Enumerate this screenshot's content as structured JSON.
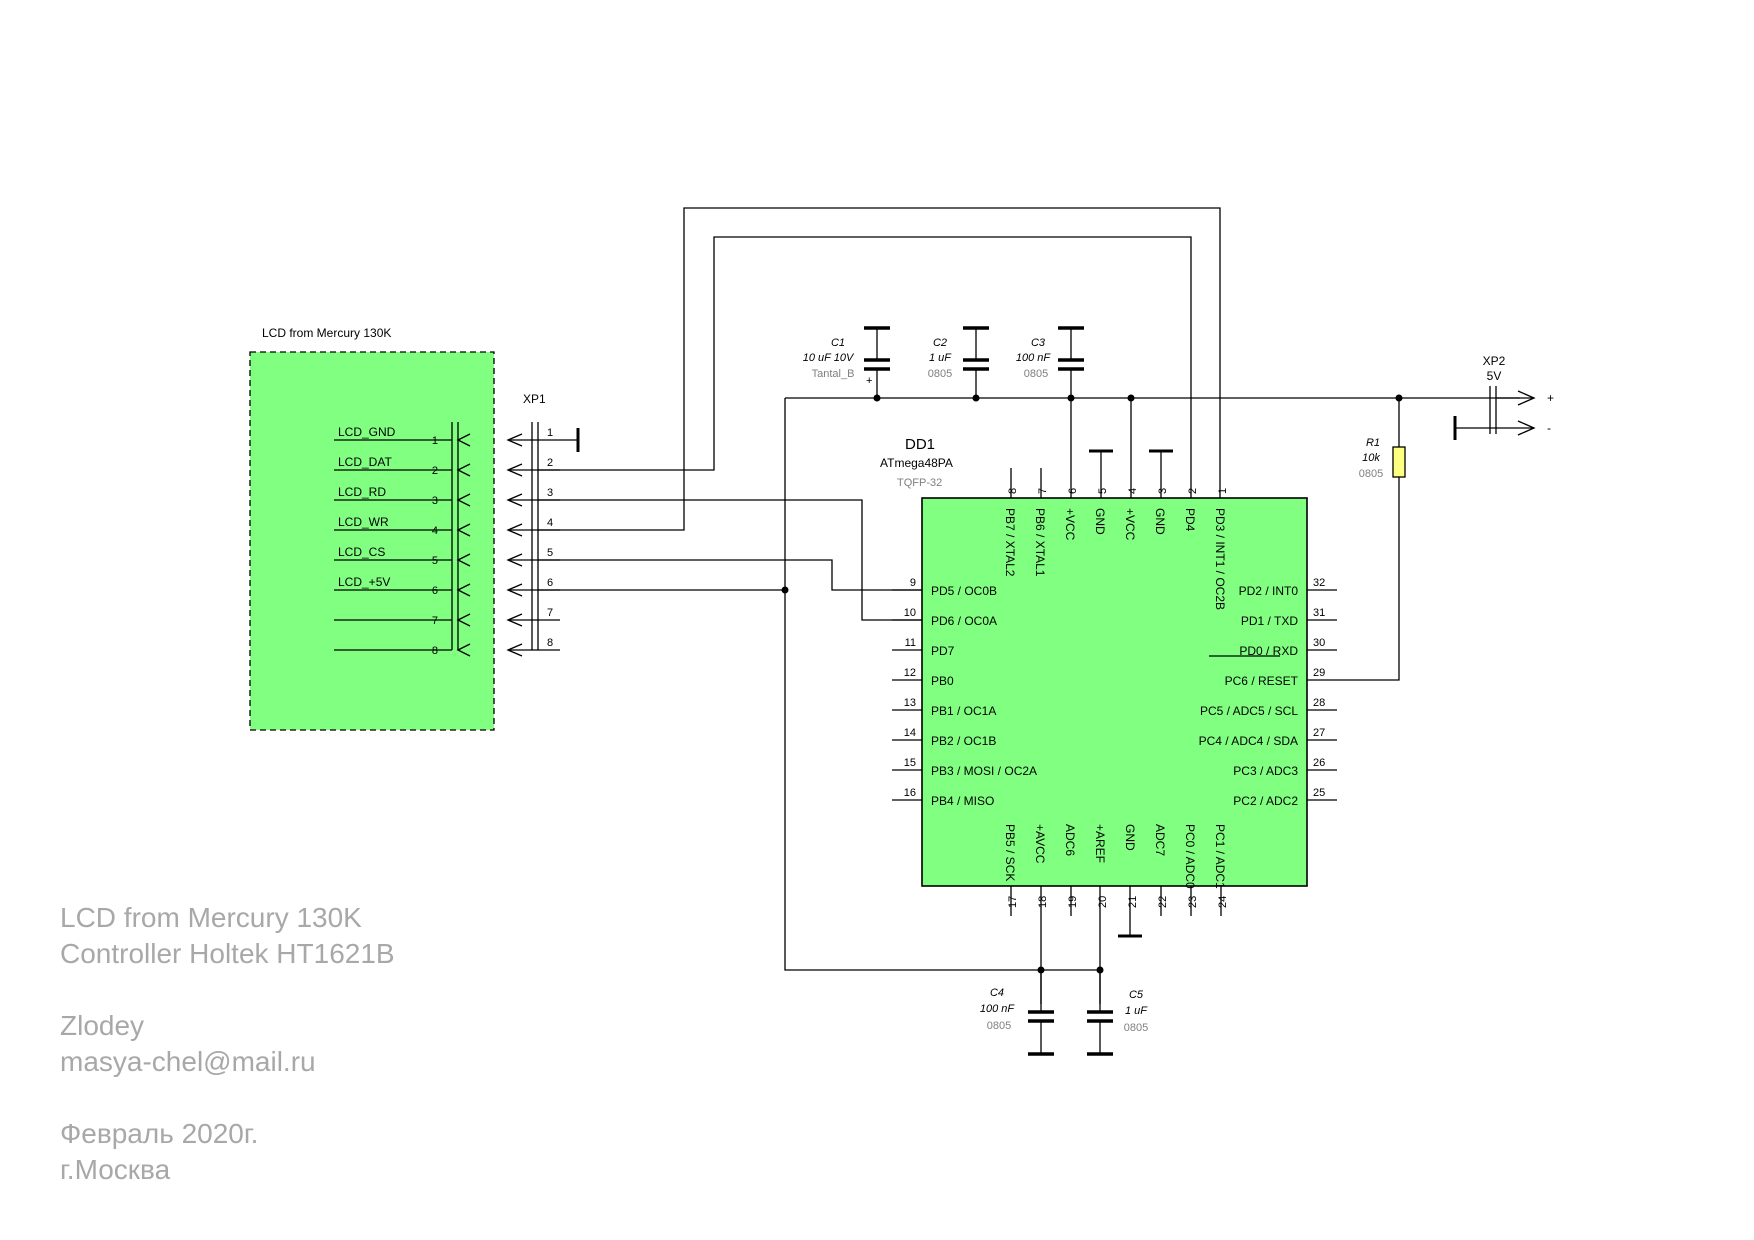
{
  "lcd": {
    "title": "LCD from Mercury 130K",
    "signals": [
      "LCD_GND",
      "LCD_DAT",
      "LCD_RD",
      "LCD_WR",
      "LCD_CS",
      "LCD_+5V",
      "",
      ""
    ],
    "pins": [
      "1",
      "2",
      "3",
      "4",
      "5",
      "6",
      "7",
      "8"
    ]
  },
  "xp1": {
    "ref": "XP1",
    "pins": [
      "1",
      "2",
      "3",
      "4",
      "5",
      "6",
      "7",
      "8"
    ]
  },
  "xp2": {
    "ref": "XP2",
    "value": "5V",
    "plus": "+",
    "minus": "-"
  },
  "caps": [
    {
      "ref": "C1",
      "value": "10 uF 10V",
      "package": "Tantal_B",
      "polarity": "+"
    },
    {
      "ref": "C2",
      "value": "1 uF",
      "package": "0805"
    },
    {
      "ref": "C3",
      "value": "100 nF",
      "package": "0805"
    },
    {
      "ref": "C4",
      "value": "100 nF",
      "package": "0805"
    },
    {
      "ref": "C5",
      "value": "1 uF",
      "package": "0805"
    }
  ],
  "r1": {
    "ref": "R1",
    "value": "10k",
    "package": "0805"
  },
  "dd1": {
    "ref": "DD1",
    "part": "ATmega48PA",
    "package": "TQFP-32",
    "top_pins": [
      {
        "num": "8",
        "name": "PB7 / XTAL2"
      },
      {
        "num": "7",
        "name": "PB6 / XTAL1"
      },
      {
        "num": "6",
        "name": "+VCC"
      },
      {
        "num": "5",
        "name": "GND"
      },
      {
        "num": "4",
        "name": "+VCC"
      },
      {
        "num": "3",
        "name": "GND"
      },
      {
        "num": "2",
        "name": "PD4"
      },
      {
        "num": "1",
        "name": "PD3 / INT1 / OC2B"
      }
    ],
    "left_pins": [
      {
        "num": "9",
        "name": "PD5 / OC0B"
      },
      {
        "num": "10",
        "name": "PD6 / OC0A"
      },
      {
        "num": "11",
        "name": "PD7"
      },
      {
        "num": "12",
        "name": "PB0"
      },
      {
        "num": "13",
        "name": "PB1 / OC1A"
      },
      {
        "num": "14",
        "name": "PB2 / OC1B"
      },
      {
        "num": "15",
        "name": "PB3 / MOSI / OC2A"
      },
      {
        "num": "16",
        "name": "PB4 / MISO"
      }
    ],
    "right_pins": [
      {
        "num": "32",
        "name": "PD2 / INT0"
      },
      {
        "num": "31",
        "name": "PD1 / TXD"
      },
      {
        "num": "30",
        "name": "PD0 / RXD"
      },
      {
        "num": "29",
        "name": "PC6 / RESET"
      },
      {
        "num": "28",
        "name": "PC5 / ADC5 / SCL"
      },
      {
        "num": "27",
        "name": "PC4 / ADC4 / SDA"
      },
      {
        "num": "26",
        "name": "PC3 / ADC3"
      },
      {
        "num": "25",
        "name": "PC2 / ADC2"
      }
    ],
    "bottom_pins": [
      {
        "num": "17",
        "name": "PB5 / SCK"
      },
      {
        "num": "18",
        "name": "+AVCC"
      },
      {
        "num": "19",
        "name": "ADC6"
      },
      {
        "num": "20",
        "name": "+AREF"
      },
      {
        "num": "21",
        "name": "GND"
      },
      {
        "num": "22",
        "name": "ADC7"
      },
      {
        "num": "23",
        "name": "PC0 / ADC0"
      },
      {
        "num": "24",
        "name": "PC1 / ADC1"
      }
    ]
  },
  "notes": {
    "line1": "LCD from Mercury 130K",
    "line2": "Controller Holtek HT1621B",
    "line3": "Zlodey",
    "line4": "masya-chel@mail.ru",
    "line5": "Февраль 2020г.",
    "line6": "г.Москва"
  },
  "colors": {
    "chip_fill": "#80ff80",
    "notes_text": "#a8a8a8"
  }
}
